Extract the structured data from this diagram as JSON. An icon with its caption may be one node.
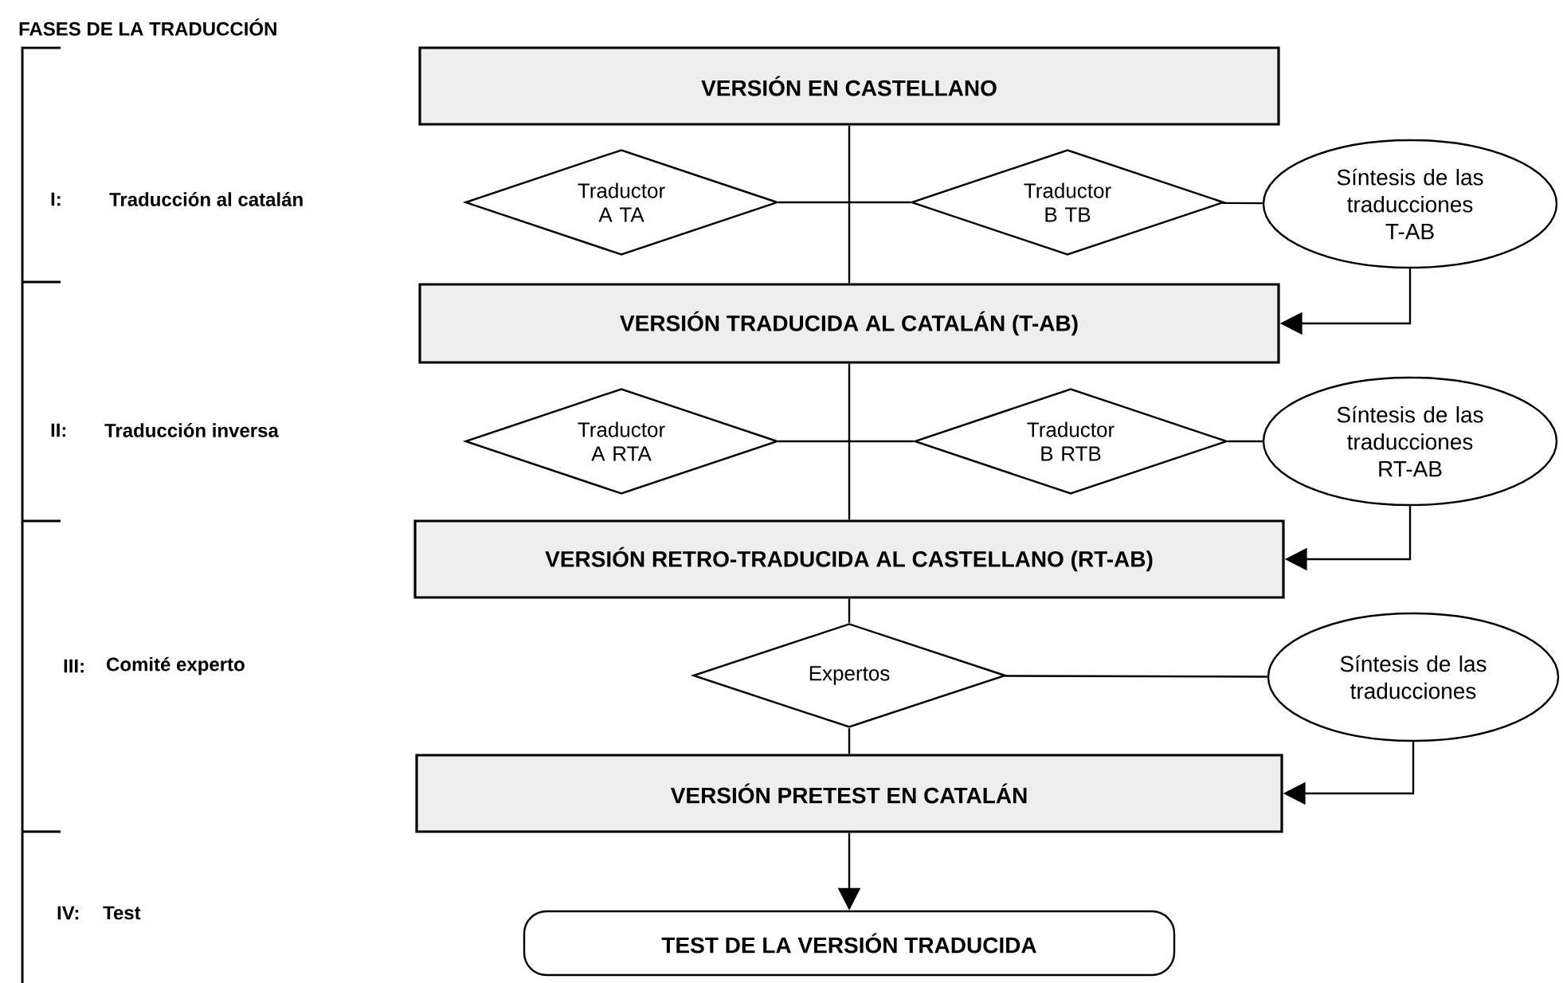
{
  "diagram": {
    "title": "FASES DE LA TRADUCCIÓN",
    "nodes": [
      {
        "text": [
          "VERSIÓN EN CASTELLANO"
        ]
      },
      {
        "text": [
          "Traductor A TA"
        ]
      },
      {
        "text": [
          "Traductor B TB"
        ]
      },
      {
        "text": [
          "Síntesis de las traducciones T-AB"
        ]
      },
      {
        "text": [
          "VERSIÓN TRADUCIDA AL CATALÁN (T-AB)"
        ]
      },
      {
        "text": [
          "Traductor A RTA"
        ]
      },
      {
        "text": [
          "Traductor B RTB"
        ]
      },
      {
        "text": [
          "Síntesis de las traducciones RT-AB"
        ]
      },
      {
        "text": [
          "VERSIÓN RETRO-TRADUCIDA AL CASTELLANO (RT-AB)"
        ]
      },
      {
        "text": [
          "Expertos"
        ]
      },
      {
        "text": [
          "Síntesis de las traducciones"
        ]
      },
      {
        "text": [
          "VERSIÓN PRETEST EN CATALÁN"
        ]
      },
      {
        "text": [
          "TEST DE LA VERSIÓN TRADUCIDA"
        ]
      }
    ],
    "edges": [
      {
        "from": 0,
        "to": 4,
        "arrow": "none"
      },
      {
        "from": 1,
        "to": 2,
        "arrow": "none"
      },
      {
        "from": 2,
        "to": 3,
        "arrow": "none"
      },
      {
        "from": 3,
        "to": 4,
        "arrow": "to"
      },
      {
        "from": 4,
        "to": 8,
        "arrow": "none"
      },
      {
        "from": 5,
        "to": 6,
        "arrow": "none"
      },
      {
        "from": 6,
        "to": 7,
        "arrow": "none"
      },
      {
        "from": 7,
        "to": 8,
        "arrow": "to"
      },
      {
        "from": 8,
        "to": 9,
        "arrow": "none"
      },
      {
        "from": 9,
        "to": 11,
        "arrow": "none"
      },
      {
        "from": 9,
        "to": 10,
        "arrow": "none"
      },
      {
        "from": 10,
        "to": 11,
        "arrow": "to"
      },
      {
        "from": 11,
        "to": 12,
        "arrow": "to"
      }
    ],
    "labels": [
      "I:",
      "Traducción al catalán",
      "II:",
      "Traducción inversa",
      "III:",
      "Comité experto",
      "IV:",
      "Test"
    ]
  }
}
